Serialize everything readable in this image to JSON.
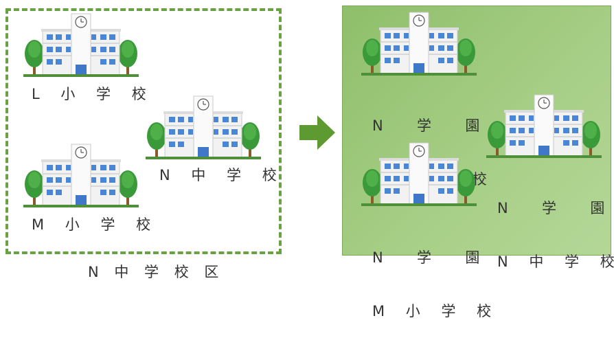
{
  "colors": {
    "border_dash": "#6aa142",
    "panel_green": "#9cc67a",
    "arrow_green": "#5d9a32",
    "building": "#f4f4f4",
    "window": "#4a86d6",
    "tree": "#3a9a3a",
    "trunk": "#8a5a2b"
  },
  "district": {
    "caption": "N 中 学 校 区",
    "schools": [
      {
        "label": "L 小 学 校"
      },
      {
        "label": "M 小 学 校"
      },
      {
        "label": "N 中 学 校"
      }
    ]
  },
  "arrow": {
    "icon": "right-arrow-icon"
  },
  "merged": {
    "schools": [
      {
        "line1": "N  学  園",
        "line2": "L 小 学 校"
      },
      {
        "line1": "N  学  園",
        "line2": "M 小 学 校"
      },
      {
        "line1": "N  学  園",
        "line2": "N 中 学 校"
      }
    ]
  }
}
